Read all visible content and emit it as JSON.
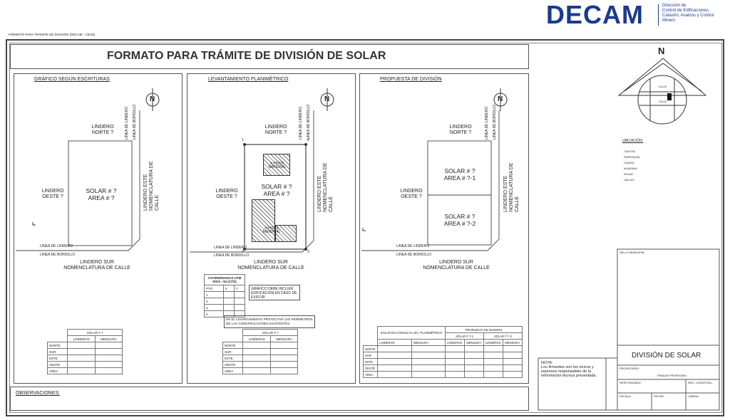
{
  "header": {
    "form_code": "FORMATO PARA TRÁMITE DE DIVISIÓN (DECAM - CEUS)",
    "logo_text": "DECAM",
    "agency_lines": [
      "Dirección de",
      "Control de Edificaciones,",
      "Catastro, Avalúos y Control",
      "Minero"
    ]
  },
  "title": "FORMATO PARA TRÁMITE DE DIVISIÓN DE SOLAR",
  "north": "N",
  "panels": [
    {
      "heading": "GRÁFICO SEGÚN ESCRITURAS",
      "north_label": "N",
      "north_side": "LINDERO NORTE ?",
      "west_side": "LINDERO OESTE ?",
      "east_side": "LINDERO ESTE NOMENCLATURA DE CALLE",
      "south_side": "LINDERO SUR NOMENCLATURA DE CALLE",
      "lot": "SOLAR # ? AREA # ?",
      "street_line_1": "LINEA DE LINDERO",
      "street_line_2": "LINEA DE BORDILLO",
      "vertical_1": "LINEA DE LINDERO",
      "vertical_2": "LINEA DE BORDILLO"
    },
    {
      "heading": "LEVANTAMIENTO PLANIMÉTRICO",
      "north_label": "N",
      "north_side": "LINDERO NORTE ?",
      "west_side": "LINDERO OESTE ?",
      "east_side": "LINDERO ESTE NOMENCLATURA DE CALLE",
      "south_side": "LINDERO SUR NOMENCLATURA DE CALLE",
      "lot": "SOLAR # ? AREA # ?",
      "building_1": "# PISOS MATERIAL",
      "building_2": "# PISOS MATERIAL",
      "points": [
        "1",
        "2",
        "3",
        "4"
      ],
      "street_line_1": "LINEA DE LINDERO",
      "street_line_2": "LINEA DE BORDILLO",
      "vertical_1": "LINEA DE LINDERO",
      "vertical_2": "LINEA DE BORDILLO"
    },
    {
      "heading": "PROPUESTA DE DIVISIÓN",
      "north_label": "N",
      "north_side": "LINDERO NORTE ?",
      "west_side": "LINDERO OESTE ?",
      "east_side": "LINDERO ESTE NOMENCLATURA DE CALLE",
      "south_side": "LINDERO SUR NOMENCLATURA DE CALLE",
      "lot_1": "SOLAR # ? AREA # ?-1",
      "lot_2": "SOLAR # ? AREA # ?-2",
      "street_line_1": "LINEA DE LINDERO",
      "street_line_2": "LINEA DE BORDILLO",
      "vertical_1": "LINEA DE LINDERO",
      "vertical_2": "LINEA DE BORDILLO"
    }
  ],
  "coords_table": {
    "title": "COORDENADAS UTM WGS - 84 (17/S)",
    "headers": [
      "PTO",
      "X",
      "Y"
    ],
    "rows": [
      "1",
      "2",
      "3",
      "4"
    ]
  },
  "notes": {
    "building_note": "GRÁFICO DEBE INCLUIR EDIFICACIÓN EN CASO DE EXISTIR",
    "survey_note": "EN EL LEVANTAMIENTO PROYECTAR LOS PERÍMETROS DE LAS CONSTRUCCIONES EXISTENTES"
  },
  "boundary_tables": {
    "solar_title": "SOLAR # ?",
    "col_linderos": "LINDEROS",
    "col_mensura": "MENSURA",
    "rows": [
      "NORTE",
      "SUR",
      "ESTE",
      "OESTE",
      "AREA"
    ],
    "consult_title": "SOLAR EN CONSULTA LEV. PLANIMÉTRICO",
    "proposal_title": "PROPUESTA DE DIVISION",
    "sub_1": "SOLAR # ?-1",
    "sub_2": "SOLAR # ?-2"
  },
  "location": {
    "title": "UBICACIÓN:",
    "fields": [
      "CANTON",
      "PARROQUIA",
      "CIUDAD",
      "MANZANA",
      "SOLAR",
      "CALLES"
    ],
    "map_label_1": "CALLE",
    "map_label_2": "CALLE"
  },
  "stamp": {
    "municipal_seal": "SELLO MUNICIPAL",
    "note_title": "NOTA:",
    "note_text": "Los firmantes son los únicos y expresos responsables de la información técnica presentada.",
    "title": "DIVISIÓN DE SOLAR",
    "owner": "PROPIETARIO:",
    "signature": "FIRMA DE PROPIETARIO",
    "responsible": "RESPONSABLE:",
    "registry": "REG. CATASTRAL:",
    "date": "FECHA:",
    "scale": "ESCALA:",
    "sheet": "LÁMINA:"
  },
  "observations": "OBSERVACIONES:",
  "colors": {
    "logo": "#1a3a8f",
    "logo_accent": "#3aa0d8",
    "line": "#555555"
  }
}
